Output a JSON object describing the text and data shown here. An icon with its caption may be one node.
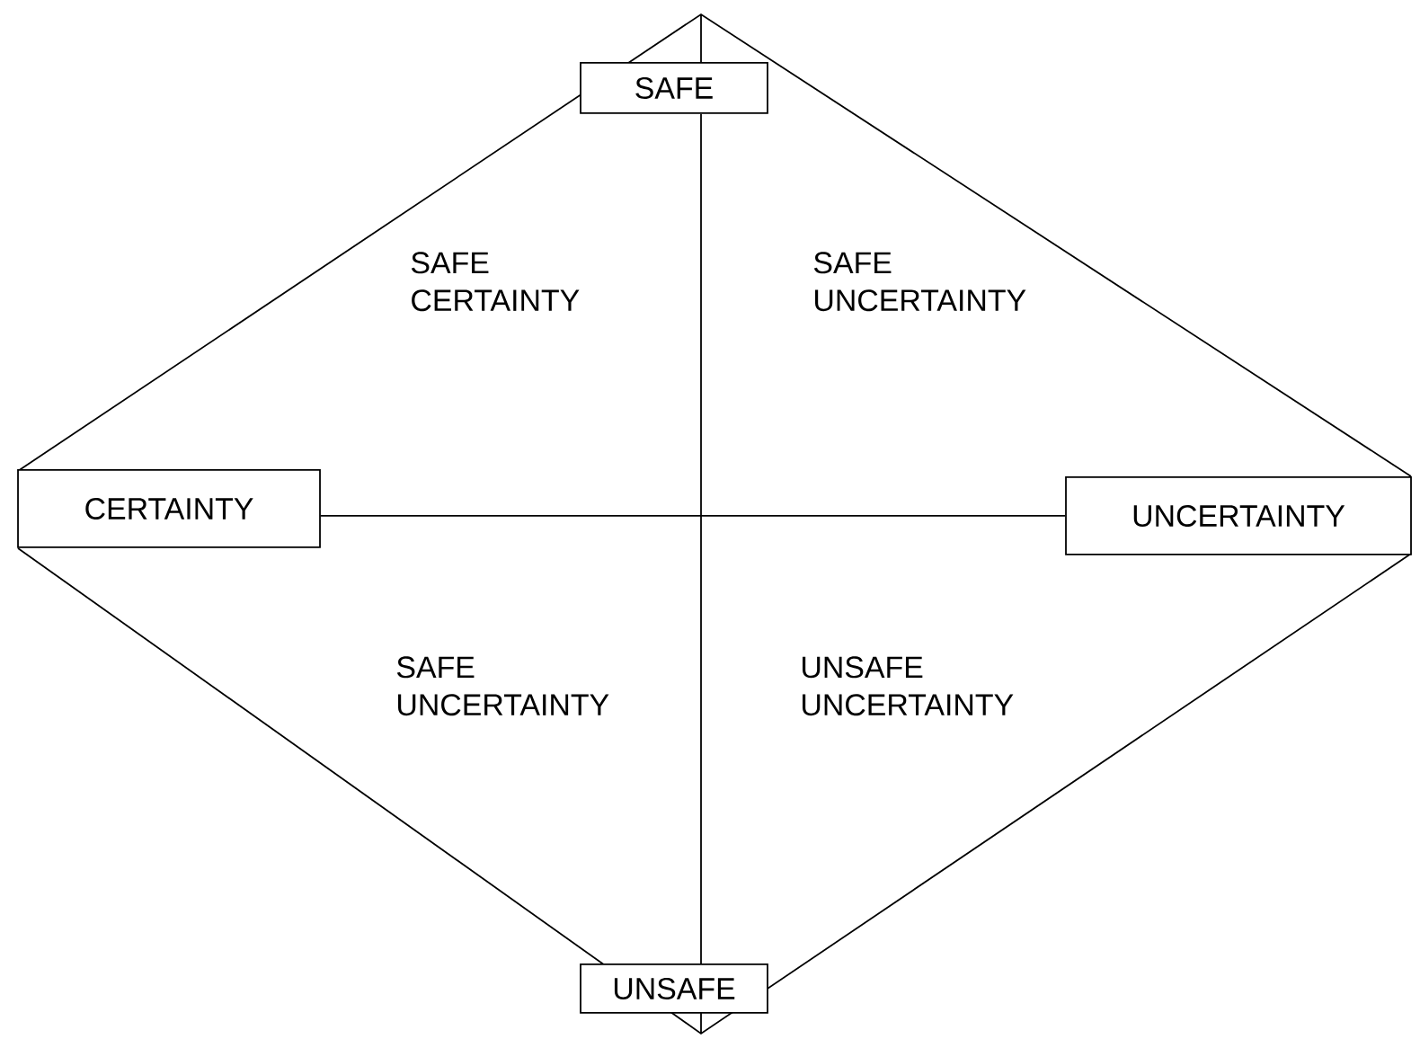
{
  "diagram": {
    "nodes": [
      {
        "text": [
          "SAFE"
        ]
      },
      {
        "text": [
          "CERTAINTY"
        ]
      },
      {
        "text": [
          "UNCERTAINTY"
        ]
      },
      {
        "text": [
          "UNSAFE"
        ]
      }
    ],
    "edges": [
      {
        "from": 0,
        "to": 3,
        "arrow": "none"
      },
      {
        "from": 1,
        "to": 2,
        "arrow": "none"
      }
    ],
    "labels": [
      "SAFE CERTAINTY",
      "SAFE UNCERTAINTY",
      "SAFE UNCERTAINTY",
      "UNSAFE UNCERTAINTY"
    ]
  }
}
